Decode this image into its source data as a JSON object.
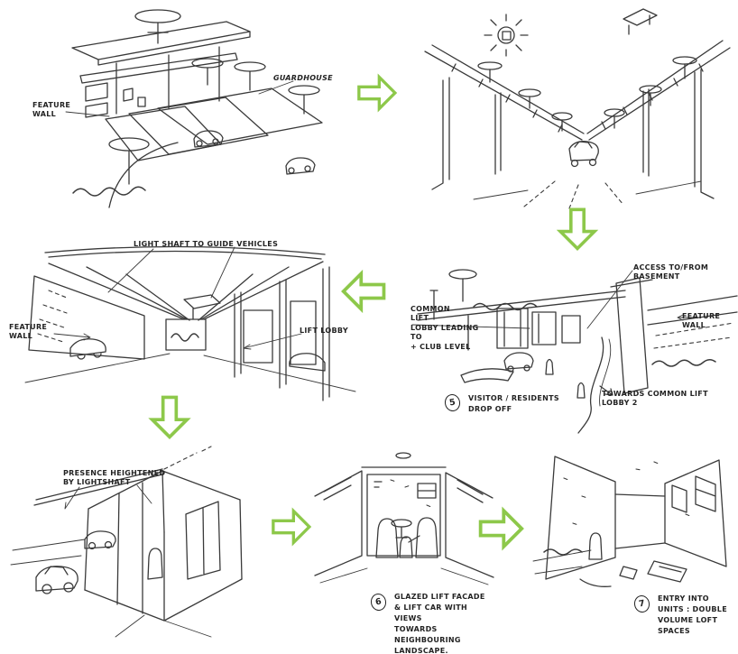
{
  "meta": {
    "arrow_color": "#8dc84a",
    "ink_color": "#3a3a3a",
    "background": "#ffffff",
    "flow_arrow_directions": [
      "right",
      "down",
      "left",
      "down",
      "right",
      "right"
    ]
  },
  "panels": {
    "aerial_site": {
      "labels": {
        "feature_wall": "FEATURE\nWALL",
        "guardhouse": "GUARDHOUSE"
      }
    },
    "driveway": {
      "labels": {}
    },
    "drop_off": {
      "step_number": "5",
      "caption": "VISITOR / RESIDENTS\nDROP OFF",
      "labels": {
        "access_basement": "ACCESS TO/FROM BASEMENT",
        "feature_wall": "FEATURE WALL",
        "common_lift": "COMMON\nLIFT\nLOBBY LEADING\nTO\n+ CLUB LEVEL",
        "towards_lobby2": "TOWARDS COMMON LIFT\nLOBBY 2"
      }
    },
    "light_shaft": {
      "labels": {
        "light_shaft": "LIGHT SHAFT TO GUIDE VEHICLES",
        "feature_wall": "FEATURE\nWALL",
        "lift_lobby": "LIFT LOBBY"
      }
    },
    "lift_presence": {
      "labels": {
        "presence": "PRESENCE HEIGHTENED\nBY LIGHTSHAFT"
      }
    },
    "glazed_lift": {
      "step_number": "6",
      "caption": "GLAZED LIFT FACADE\n& LIFT CAR WITH VIEWS\nTOWARDS NEIGHBOURING\nLANDSCAPE."
    },
    "unit_entry": {
      "step_number": "7",
      "caption": "ENTRY INTO\nUNITS : DOUBLE\nVOLUME LOFT\nSPACES"
    }
  }
}
